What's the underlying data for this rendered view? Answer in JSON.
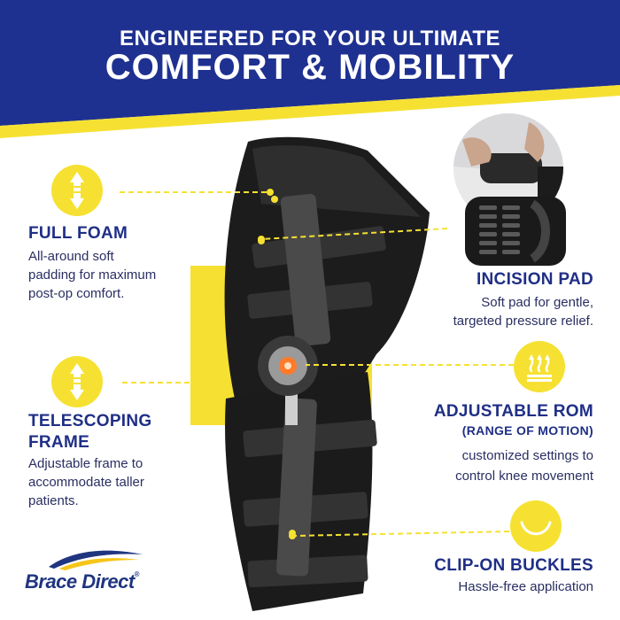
{
  "header": {
    "line1": "ENGINEERED FOR YOUR ULTIMATE",
    "line2": "COMFORT & MOBILITY"
  },
  "features": {
    "full_foam": {
      "title": "FULL FOAM",
      "desc": [
        "All-around soft",
        "padding for maximum",
        "post-op comfort."
      ],
      "icon": "vertical-arrows-icon"
    },
    "telescoping_frame": {
      "title": [
        "TELESCOPING",
        "FRAME"
      ],
      "desc": [
        "Adjustable frame to",
        "accommodate taller",
        "patients."
      ],
      "icon": "vertical-arrows-icon"
    },
    "incision_pad": {
      "title": "INCISION PAD",
      "desc": [
        "Soft pad for gentle,",
        "targeted pressure relief."
      ]
    },
    "adjustable_rom": {
      "title": "ADJUSTABLE ROM",
      "subtitle": "(RANGE OF MOTION)",
      "desc": [
        "customized settings to",
        "control knee movement"
      ],
      "icon": "heat-waves-icon"
    },
    "clip_on_buckles": {
      "title": "CLIP-ON BUCKLES",
      "desc": [
        "Hassle-free application"
      ],
      "icon": "smile-curve-icon"
    }
  },
  "logo": {
    "brand": "Brace",
    "brand2": "Direct",
    "mark": "®"
  },
  "colors": {
    "navy": "#1f3190",
    "yellow": "#f6e132",
    "text": "#1f2f86"
  }
}
